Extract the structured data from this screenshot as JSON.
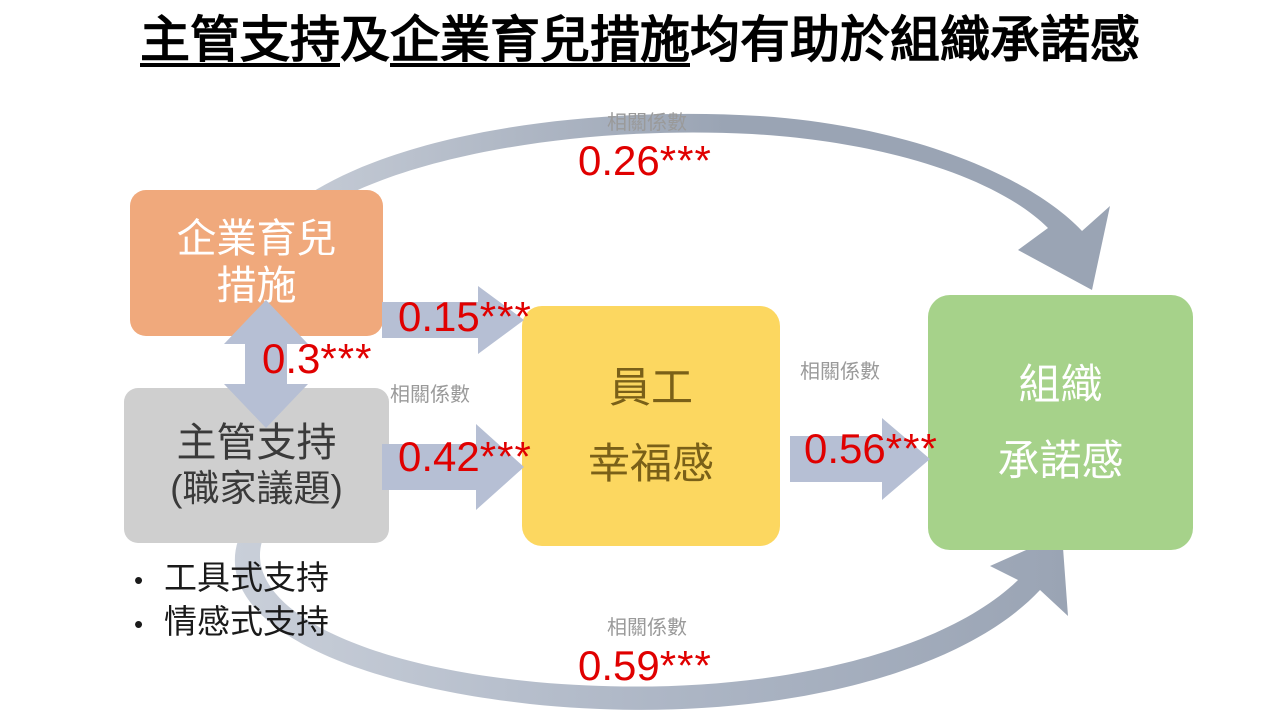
{
  "title": {
    "part1": "主管支持",
    "part2": "及",
    "part3": "企業育兒措施",
    "part4": "均有助於組織承諾感"
  },
  "boxes": {
    "policy": {
      "line1": "企業育兒",
      "line2": "措施",
      "color": "#F0A97C",
      "text_color": "#FFFFFF"
    },
    "support": {
      "line1": "主管支持",
      "line2": "(職家議題)",
      "color": "#CFCFCF",
      "text_color": "#3A3A3A"
    },
    "wellbeing": {
      "line1": "員工",
      "line2": "幸福感",
      "color": "#FCD760",
      "text_color": "#7A6018"
    },
    "commitment": {
      "line1": "組織",
      "line2": "承諾感",
      "color": "#A6D28A",
      "text_color": "#FFFFFF"
    }
  },
  "arrows": {
    "policy_support": {
      "value": "0.3",
      "stars": "***"
    },
    "policy_wellbeing": {
      "value": "0.15",
      "stars": "***"
    },
    "support_wellbeing": {
      "value": "0.42",
      "stars": "***"
    },
    "wellbeing_commitment": {
      "value": "0.56",
      "stars": "***"
    },
    "policy_commitment_arc": {
      "value": "0.26",
      "stars": "***"
    },
    "support_commitment_arc": {
      "value": "0.59",
      "stars": "***"
    }
  },
  "captions": {
    "top_arc": "相關係數",
    "left_middle": "相關係數",
    "right_middle": "相關係數",
    "bottom_arc": "相關係數"
  },
  "bullets": [
    {
      "marker": "•",
      "label": "工具式支持"
    },
    {
      "marker": "•",
      "label": "情感式支持"
    }
  ],
  "colors": {
    "coefficient_red": "#E00000",
    "arrow_blue_gray": "#B6BFD4",
    "arc_gray": "#9AA4B4",
    "caption_gray": "#9A9A9A"
  }
}
